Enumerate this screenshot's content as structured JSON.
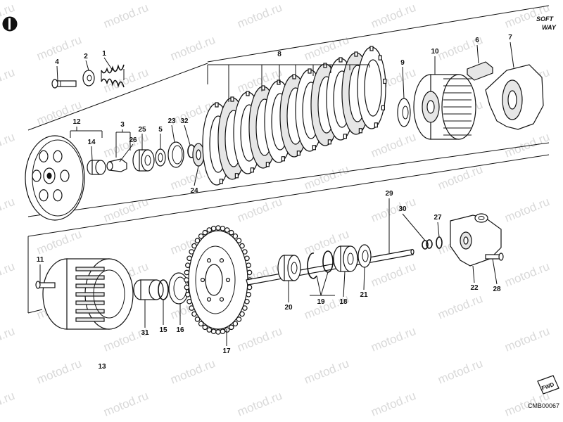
{
  "watermark": "motod.ru",
  "brand": {
    "line1": "SOFT",
    "line2": "WAY"
  },
  "drawing_code": "CMB00067",
  "fwd_label": "FWD",
  "labels": {
    "p1": "1",
    "p2": "2",
    "p3": "3",
    "p4": "4",
    "p5": "5",
    "p6": "6",
    "p7": "7",
    "p8": "8",
    "p9": "9",
    "p10": "10",
    "p11": "11",
    "p12": "12",
    "p13": "13",
    "p14": "14",
    "p15": "15",
    "p16": "16",
    "p17": "17",
    "p18": "18",
    "p19": "19",
    "p20": "20",
    "p21": "21",
    "p22": "22",
    "p23": "23",
    "p24": "24",
    "p25": "25",
    "p26": "26",
    "p27": "27",
    "p28": "28",
    "p29": "29",
    "p30": "30",
    "p31": "31",
    "p32": "32"
  }
}
